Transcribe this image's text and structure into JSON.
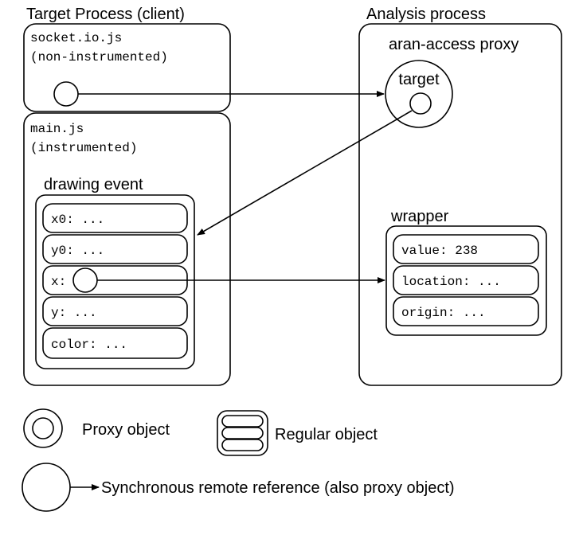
{
  "target_process": {
    "title": "Target Process (client)",
    "socket_box": {
      "line1": "socket.io.js",
      "line2": "(non-instrumented)"
    },
    "main_box": {
      "line1": "main.js",
      "line2": "(instrumented)",
      "drawing_event": {
        "title": "drawing event",
        "fields": [
          "x0: ...",
          "y0: ...",
          "x:",
          "y: ...",
          "color: ..."
        ]
      }
    }
  },
  "analysis_process": {
    "title": "Analysis process",
    "proxy_title": "aran-access proxy",
    "target_label": "target",
    "wrapper": {
      "title": "wrapper",
      "fields": [
        "value: 238",
        "location: ...",
        "origin: ..."
      ]
    }
  },
  "legend": {
    "proxy_object": "Proxy object",
    "regular_object": "Regular object",
    "sync_reference": "Synchronous remote reference (also proxy object)"
  }
}
